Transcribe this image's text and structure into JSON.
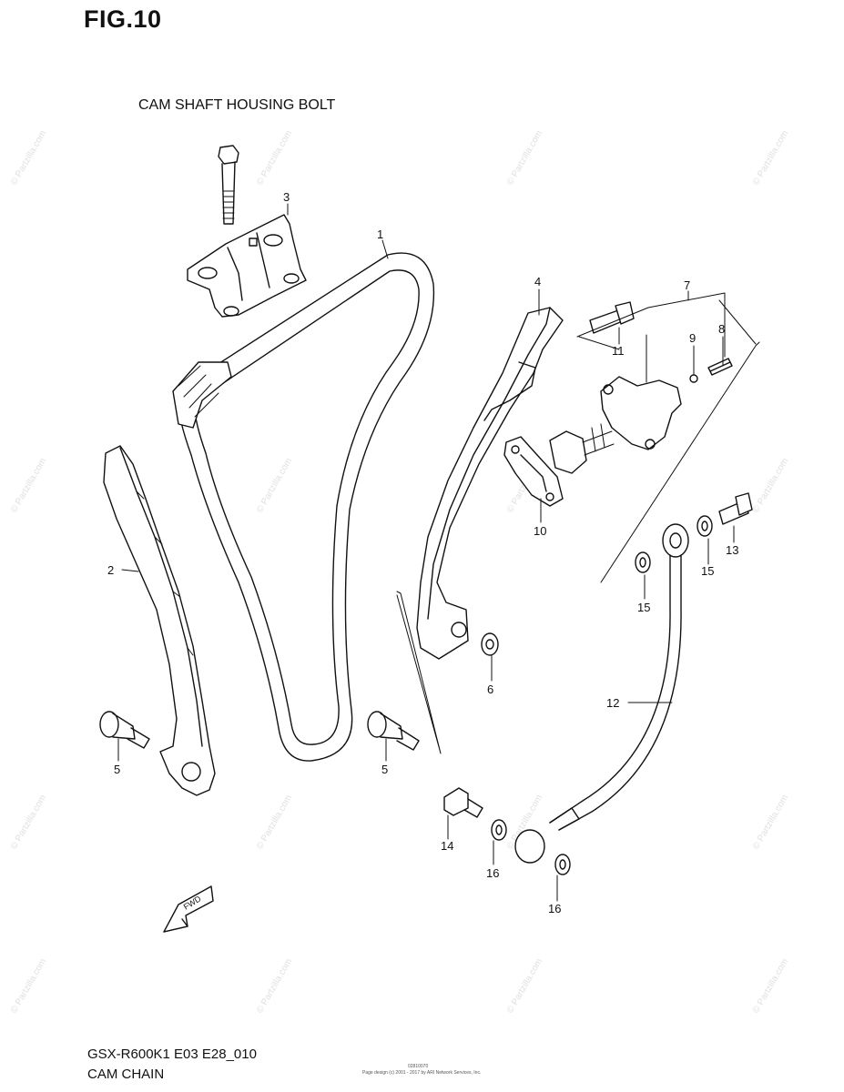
{
  "figure": {
    "title": "FIG.10",
    "housing_label": "CAM SHAFT HOUSING BOLT",
    "model_code": "GSX-R600K1 E03 E28_010",
    "footer_title": "CAM CHAIN",
    "copyright_line": "Page design (c) 2001 - 2017 by ARI Network Services, Inc.",
    "figure_code": "02810070"
  },
  "watermark": {
    "text": "© Partzilla.com"
  },
  "callouts": [
    {
      "id": "c1",
      "label": "1"
    },
    {
      "id": "c2",
      "label": "2"
    },
    {
      "id": "c3",
      "label": "3"
    },
    {
      "id": "c4",
      "label": "4"
    },
    {
      "id": "c5a",
      "label": "5"
    },
    {
      "id": "c5b",
      "label": "5"
    },
    {
      "id": "c6",
      "label": "6"
    },
    {
      "id": "c7",
      "label": "7"
    },
    {
      "id": "c8",
      "label": "8"
    },
    {
      "id": "c9",
      "label": "9"
    },
    {
      "id": "c10",
      "label": "10"
    },
    {
      "id": "c11",
      "label": "11"
    },
    {
      "id": "c12",
      "label": "12"
    },
    {
      "id": "c13",
      "label": "13"
    },
    {
      "id": "c14",
      "label": "14"
    },
    {
      "id": "c15a",
      "label": "15"
    },
    {
      "id": "c15b",
      "label": "15"
    },
    {
      "id": "c16a",
      "label": "16"
    },
    {
      "id": "c16b",
      "label": "16"
    }
  ],
  "fwd_label": "FWD"
}
